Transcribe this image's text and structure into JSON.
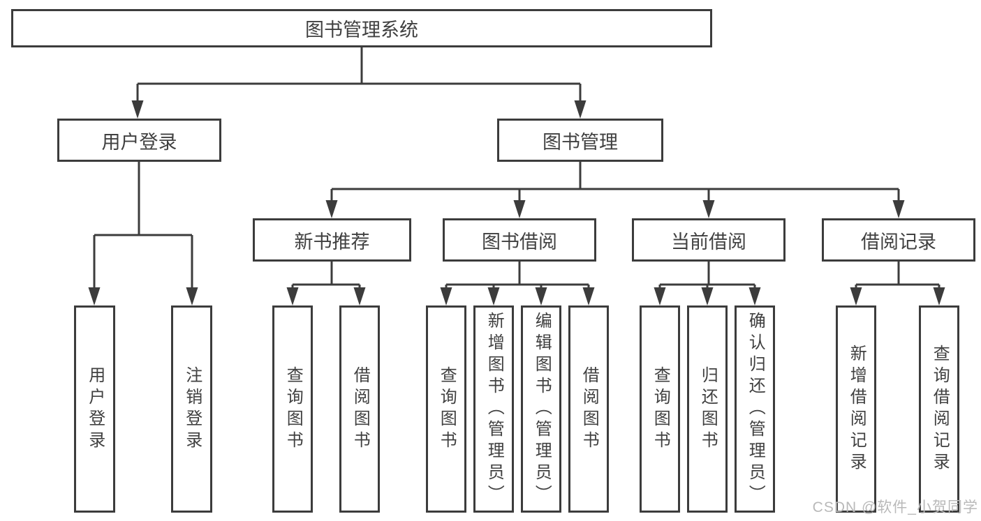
{
  "diagram_type": "hierarchy-tree",
  "tree": {
    "label": "图书管理系统",
    "children": [
      {
        "label": "用户登录",
        "children": [
          {
            "label": "用户登录"
          },
          {
            "label": "注销登录"
          }
        ]
      },
      {
        "label": "图书管理",
        "children": [
          {
            "label": "新书推荐",
            "children": [
              {
                "label": "查询图书"
              },
              {
                "label": "借阅图书"
              }
            ]
          },
          {
            "label": "图书借阅",
            "children": [
              {
                "label": "查询图书"
              },
              {
                "label": "新增图书（管理员）"
              },
              {
                "label": "编辑图书（管理员）"
              },
              {
                "label": "借阅图书"
              }
            ]
          },
          {
            "label": "当前借阅",
            "children": [
              {
                "label": "查询图书"
              },
              {
                "label": "归还图书"
              },
              {
                "label": "确认归还（管理员）"
              }
            ]
          },
          {
            "label": "借阅记录",
            "children": [
              {
                "label": "新增借阅记录"
              },
              {
                "label": "查询借阅记录"
              }
            ]
          }
        ]
      }
    ]
  },
  "watermark": {
    "text": "CSDN @软件_小贺同学"
  },
  "colors": {
    "line": "#3c3c3c",
    "box_border": "#3c3c3c",
    "text": "#404040",
    "watermark": "#b9b9b9",
    "background": "#ffffff"
  }
}
